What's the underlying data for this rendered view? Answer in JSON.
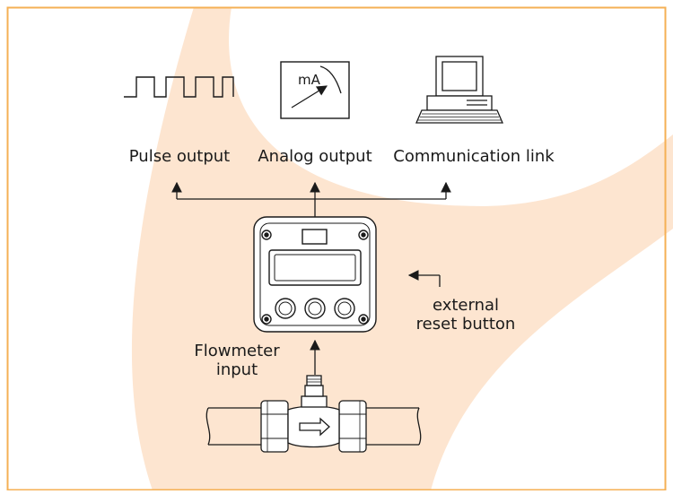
{
  "colors": {
    "frame": "#f5b055",
    "swoosh": "#fde5d0",
    "ink": "#1a1a1a",
    "background": "#ffffff"
  },
  "outputs": {
    "pulse": {
      "label": "Pulse output",
      "icon": "square-wave-icon"
    },
    "analog": {
      "label": "Analog output",
      "icon": "ma-meter-icon",
      "meter_text": "mA"
    },
    "communication": {
      "label": "Communication link",
      "icon": "computer-icon"
    }
  },
  "instrument": {
    "icon": "flow-computer-icon"
  },
  "annotations": {
    "reset_line1": "external",
    "reset_line2": "reset button",
    "input_line1": "Flowmeter",
    "input_line2": "input"
  },
  "flowmeter": {
    "icon": "turbine-flowmeter-icon"
  }
}
